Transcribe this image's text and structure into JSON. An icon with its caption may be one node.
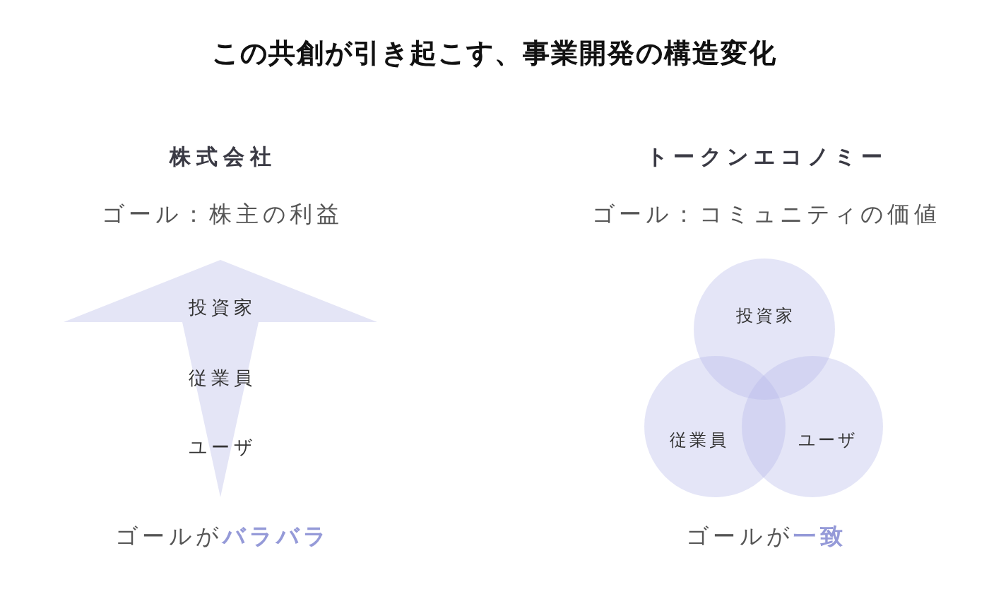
{
  "diagram": {
    "title": "この共創が引き起こす、事業開発の構造変化",
    "nodes": [
      {
        "text": [
          "投資家",
          "従業員",
          "ユーザ"
        ]
      },
      {
        "text": [
          "投資家"
        ]
      },
      {
        "text": [
          "従業員"
        ]
      },
      {
        "text": [
          "ユーザ"
        ]
      }
    ],
    "labels": [
      "株式会社",
      "ゴール：株主の利益",
      "ゴールが**バラバラ**",
      "トークンエコノミー",
      "ゴール：コミュニティの価値",
      "ゴールが**一致**"
    ]
  }
}
